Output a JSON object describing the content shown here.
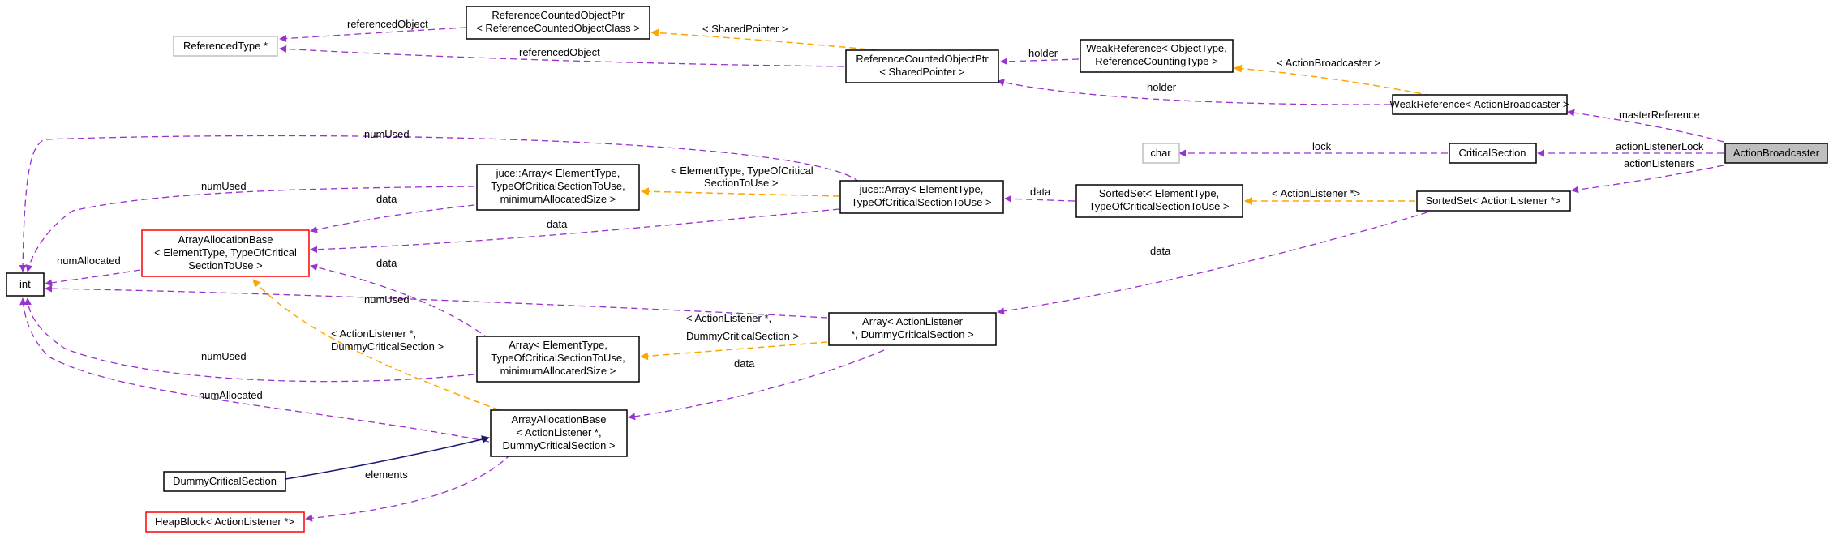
{
  "nodes": {
    "referenced_type": {
      "lines": [
        "ReferencedType *"
      ]
    },
    "rcop_class": {
      "lines": [
        "ReferenceCountedObjectPtr",
        "< ReferenceCountedObjectClass >"
      ]
    },
    "rcop_shared": {
      "lines": [
        "ReferenceCountedObjectPtr",
        "< SharedPointer >"
      ]
    },
    "weakref_generic": {
      "lines": [
        "WeakReference< ObjectType,",
        "ReferenceCountingType >"
      ]
    },
    "weakref_ab": {
      "lines": [
        "WeakReference< ActionBroadcaster >"
      ]
    },
    "action_broadcaster": {
      "lines": [
        "ActionBroadcaster"
      ]
    },
    "char": {
      "lines": [
        "char"
      ]
    },
    "critical_section": {
      "lines": [
        "CriticalSection"
      ]
    },
    "int": {
      "lines": [
        "int"
      ]
    },
    "juce_array_min": {
      "lines": [
        "juce::Array< ElementType,",
        "TypeOfCriticalSectionToUse,",
        "minimumAllocatedSize >"
      ]
    },
    "juce_array": {
      "lines": [
        "juce::Array< ElementType,",
        "TypeOfCriticalSectionToUse >"
      ]
    },
    "sortedset_generic": {
      "lines": [
        "SortedSet< ElementType,",
        "TypeOfCriticalSectionToUse >"
      ]
    },
    "sortedset_al": {
      "lines": [
        "SortedSet< ActionListener *>"
      ]
    },
    "aab_generic": {
      "lines": [
        "ArrayAllocationBase",
        "< ElementType, TypeOfCritical",
        "SectionToUse >"
      ]
    },
    "array_al": {
      "lines": [
        "Array< ActionListener",
        "*, DummyCriticalSection >"
      ]
    },
    "array_min": {
      "lines": [
        "Array< ElementType,",
        "TypeOfCriticalSectionToUse,",
        "minimumAllocatedSize >"
      ]
    },
    "aab_al": {
      "lines": [
        "ArrayAllocationBase",
        "< ActionListener *,",
        "DummyCriticalSection >"
      ]
    },
    "dummy_cs": {
      "lines": [
        "DummyCriticalSection"
      ]
    },
    "heapblock": {
      "lines": [
        "HeapBlock< ActionListener *>"
      ]
    }
  },
  "edge_labels": {
    "referenced_object_1": "referencedObject",
    "referenced_object_2": "referencedObject",
    "shared_pointer": "< SharedPointer >",
    "holder_1": "holder",
    "holder_2": "holder",
    "action_broadcaster_tmpl": "< ActionBroadcaster >",
    "master_reference": "masterReference",
    "lock": "lock",
    "action_listener_lock": "actionListenerLock",
    "action_listeners": "actionListeners",
    "num_used_top": "numUsed",
    "num_used_left": "numUsed",
    "data_juce_min": "data",
    "elem_type_tmpl": [
      "< ElementType, TypeOfCritical",
      "SectionToUse >"
    ],
    "data_juce_array": "data",
    "data_sortedset": "data",
    "action_listener_tmpl": "< ActionListener *>",
    "num_allocated_1": "numAllocated",
    "data_aab_array_min": "data",
    "data_array_al": "data",
    "num_used_array_al": "numUsed",
    "al_dummy_tmpl_1": [
      "< ActionListener *,",
      "DummyCriticalSection >"
    ],
    "al_dummy_tmpl_2": [
      "< ActionListener *,",
      "DummyCriticalSection >"
    ],
    "num_used_array_min": "numUsed",
    "data_aab_al": "data",
    "num_allocated_2": "numAllocated",
    "elements": "elements"
  }
}
